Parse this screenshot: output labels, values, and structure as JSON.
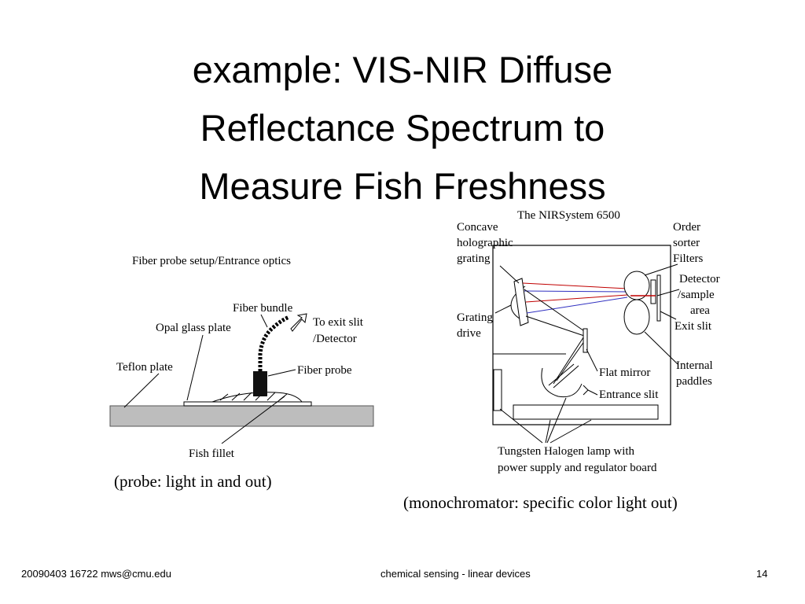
{
  "slide": {
    "title_lines": [
      "example: VIS-NIR Diffuse",
      "Reflectance Spectrum to",
      "Measure Fish Freshness"
    ]
  },
  "probe_figure": {
    "heading": "Fiber probe setup/Entrance optics",
    "labels": {
      "fiber_bundle": "Fiber bundle",
      "to_exit_slit_1": "To exit slit",
      "to_exit_slit_2": "/Detector",
      "opal_glass_plate": "Opal glass plate",
      "teflon_plate": "Teflon plate",
      "fiber_probe": "Fiber probe",
      "fish_fillet": "Fish fillet"
    },
    "caption": "(probe: light in and out)"
  },
  "nir_figure": {
    "heading": "The NIRSystem 6500",
    "labels": {
      "concave_1": "Concave",
      "concave_2": "holographic",
      "concave_3": "grating",
      "order_1": "Order",
      "order_2": "sorter",
      "order_3": "Filters",
      "detector_1": "Detector",
      "detector_2": "/sample",
      "detector_3": "area",
      "exit_slit": "Exit slit",
      "grating_1": "Grating",
      "grating_2": "drive",
      "internal_1": "Internal",
      "internal_2": "paddles",
      "flat_mirror": "Flat mirror",
      "entrance_slit": "Entrance slit",
      "lamp_1": "Tungsten Halogen lamp with",
      "lamp_2": "power supply and regulator board"
    },
    "caption": "(monochromator: specific color light out)"
  },
  "footer": {
    "left": "20090403 16722 mws@cmu.edu",
    "center": "chemical sensing - linear devices",
    "page": "14"
  }
}
